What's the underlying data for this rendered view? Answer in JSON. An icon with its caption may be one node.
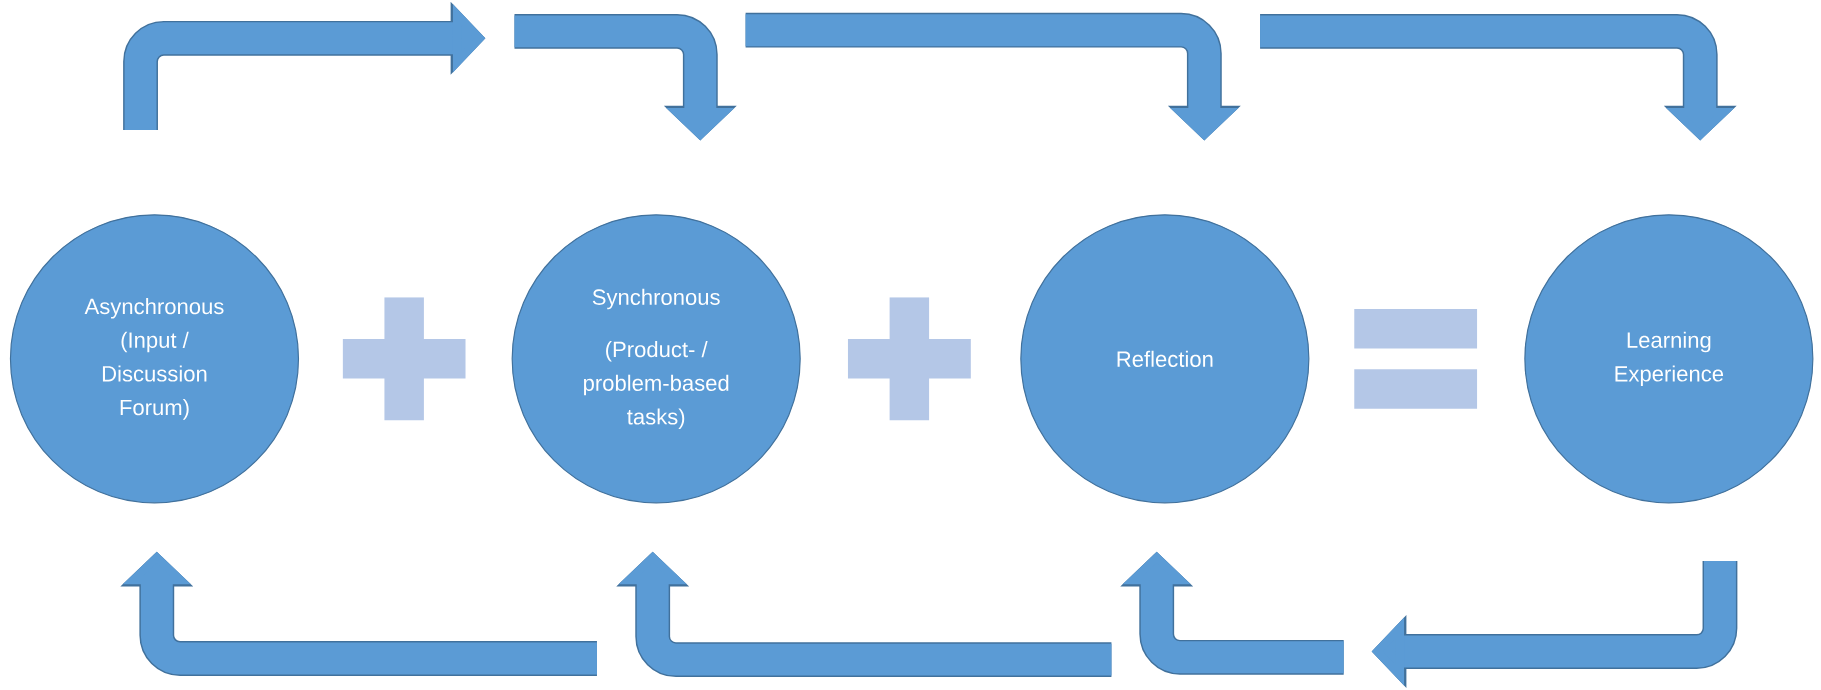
{
  "diagram": {
    "nodes": [
      {
        "text": [
          "Asynchronous (Input / Discussion Forum)"
        ]
      },
      {
        "text": [],
        "shape": "plus"
      },
      {
        "text": [
          "Synchronous",
          "(Product- / problem-based tasks)"
        ]
      },
      {
        "text": [],
        "shape": "plus"
      },
      {
        "text": [
          "Reflection"
        ]
      },
      {
        "text": [],
        "shape": "equals"
      },
      {
        "text": [
          "Learning Experience"
        ]
      }
    ],
    "edges": [
      {
        "from": 0,
        "to": null,
        "arrow": "to"
      },
      {
        "from": null,
        "to": 2,
        "arrow": "to"
      },
      {
        "from": null,
        "to": 4,
        "arrow": "to"
      },
      {
        "from": null,
        "to": 6,
        "arrow": "to"
      },
      {
        "from": 6,
        "to": null,
        "arrow": "to"
      },
      {
        "from": null,
        "to": 4,
        "arrow": "to"
      },
      {
        "from": null,
        "to": 2,
        "arrow": "to"
      },
      {
        "from": null,
        "to": 0,
        "arrow": "to"
      }
    ]
  }
}
